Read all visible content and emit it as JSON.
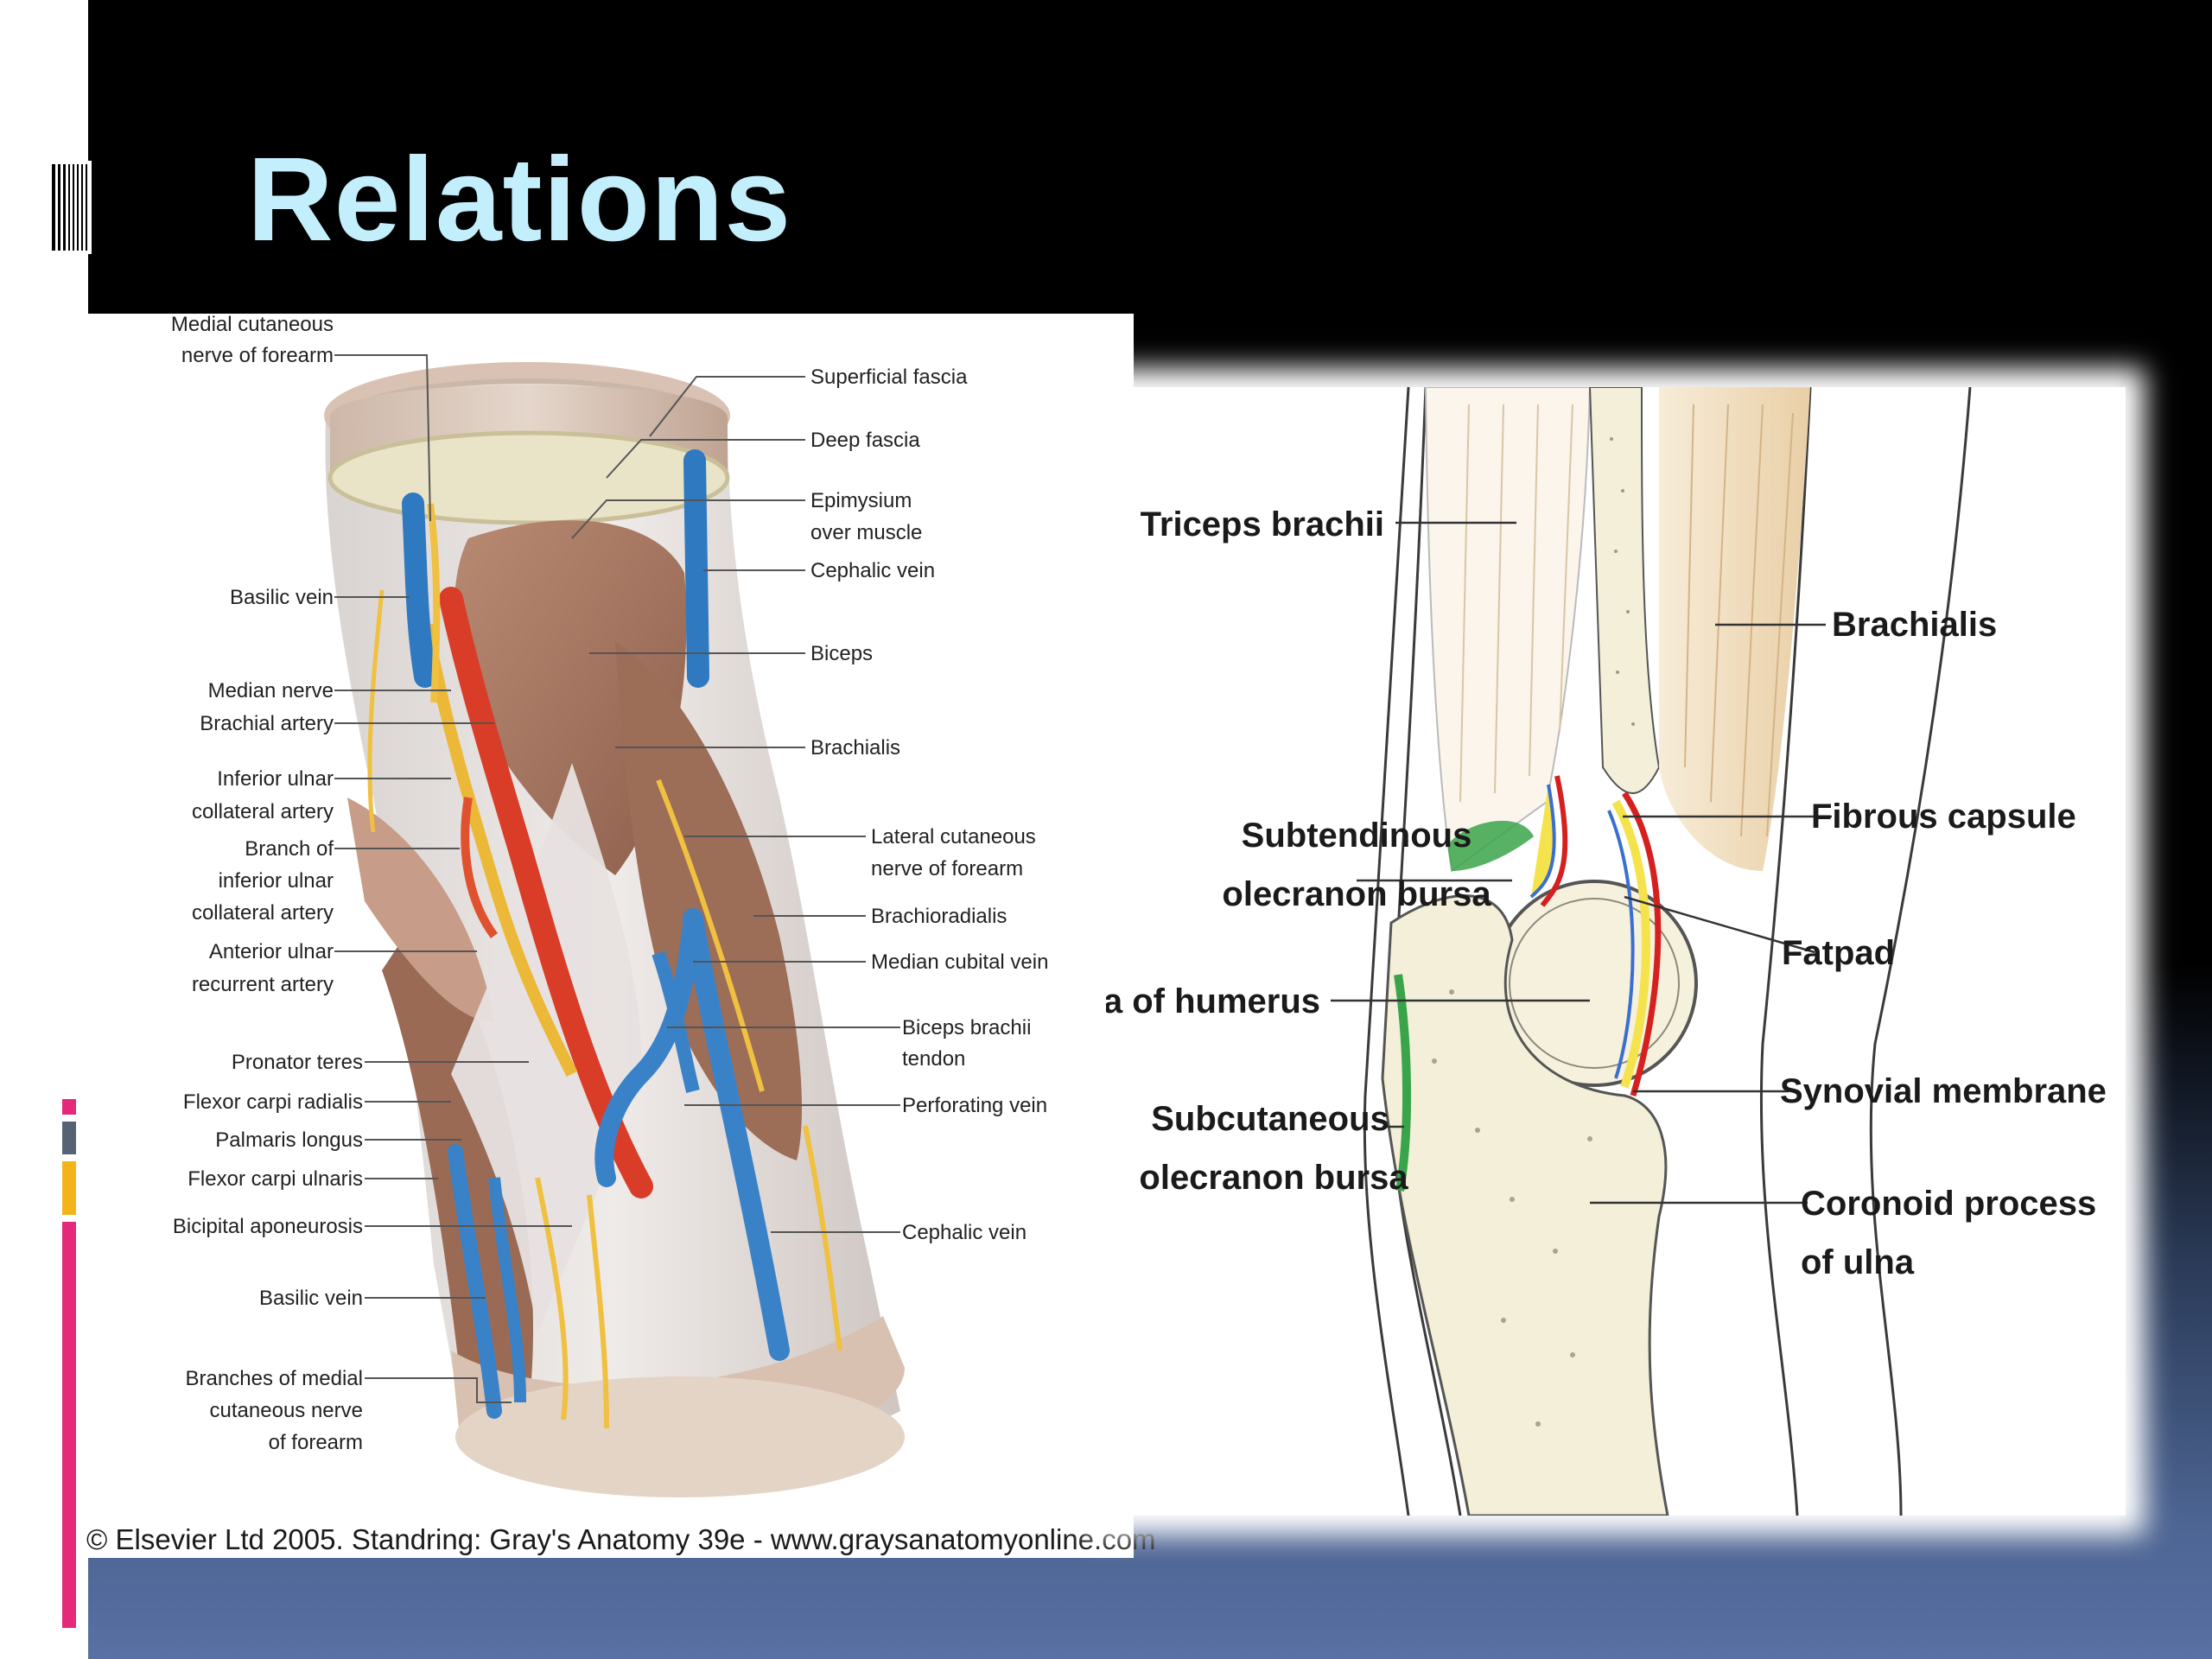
{
  "slide": {
    "title": "Relations",
    "colors": {
      "title": "#c3eefc",
      "header_bg": "#000000",
      "footer_bg": "#5870a3",
      "accent": [
        "#e4287a",
        "#566374",
        "#f2b418"
      ]
    }
  },
  "figure_left": {
    "labels_left": {
      "medial_cutaneous_nerve_l1": "Medial cutaneous",
      "medial_cutaneous_nerve_l2": "nerve of forearm",
      "basilic_vein_top": "Basilic vein",
      "median_nerve": "Median nerve",
      "brachial_artery": "Brachial artery",
      "inferior_ulnar_l1": "Inferior ulnar",
      "inferior_ulnar_l2": "collateral artery",
      "branch_l1": "Branch of",
      "branch_l2": "inferior ulnar",
      "branch_l3": "collateral artery",
      "anterior_ulnar_l1": "Anterior ulnar",
      "anterior_ulnar_l2": "recurrent artery",
      "pronator_teres": "Pronator teres",
      "flexor_carpi_radialis": "Flexor carpi radialis",
      "palmaris_longus": "Palmaris longus",
      "flexor_carpi_ulnaris": "Flexor carpi ulnaris",
      "bicipital_aponeurosis": "Bicipital aponeurosis",
      "basilic_vein_bottom": "Basilic vein",
      "branches_medial_l1": "Branches of medial",
      "branches_medial_l2": "cutaneous nerve",
      "branches_medial_l3": "of forearm"
    },
    "labels_right": {
      "superficial_fascia": "Superficial fascia",
      "deep_fascia": "Deep fascia",
      "epimysium_l1": "Epimysium",
      "epimysium_l2": "over muscle",
      "cephalic_vein_top": "Cephalic vein",
      "biceps": "Biceps",
      "brachialis": "Brachialis",
      "lateral_cutaneous_l1": "Lateral cutaneous",
      "lateral_cutaneous_l2": "nerve of forearm",
      "brachioradialis": "Brachioradialis",
      "median_cubital_vein": "Median cubital vein",
      "biceps_tendon_l1": "Biceps brachii",
      "biceps_tendon_l2": "tendon",
      "perforating_vein": "Perforating vein",
      "cephalic_vein_bottom": "Cephalic vein"
    },
    "credit": "© Elsevier Ltd 2005. Standring: Gray's Anatomy 39e - www.graysanatomyonline.com"
  },
  "figure_right": {
    "labels": {
      "triceps_brachii": "Triceps brachii",
      "brachialis": "Brachialis",
      "fibrous_capsule": "Fibrous capsule",
      "subtendinous_l1": "Subtendinous",
      "subtendinous_l2": "olecranon bursa",
      "fatpad": "Fatpad",
      "trochlea": "Trochlea of humerus",
      "synovial_membrane": "Synovial membrane",
      "subcutaneous_l1": "Subcutaneous",
      "subcutaneous_l2": "olecranon bursa",
      "coronoid_l1": "Coronoid process",
      "coronoid_l2": "of ulna"
    }
  }
}
